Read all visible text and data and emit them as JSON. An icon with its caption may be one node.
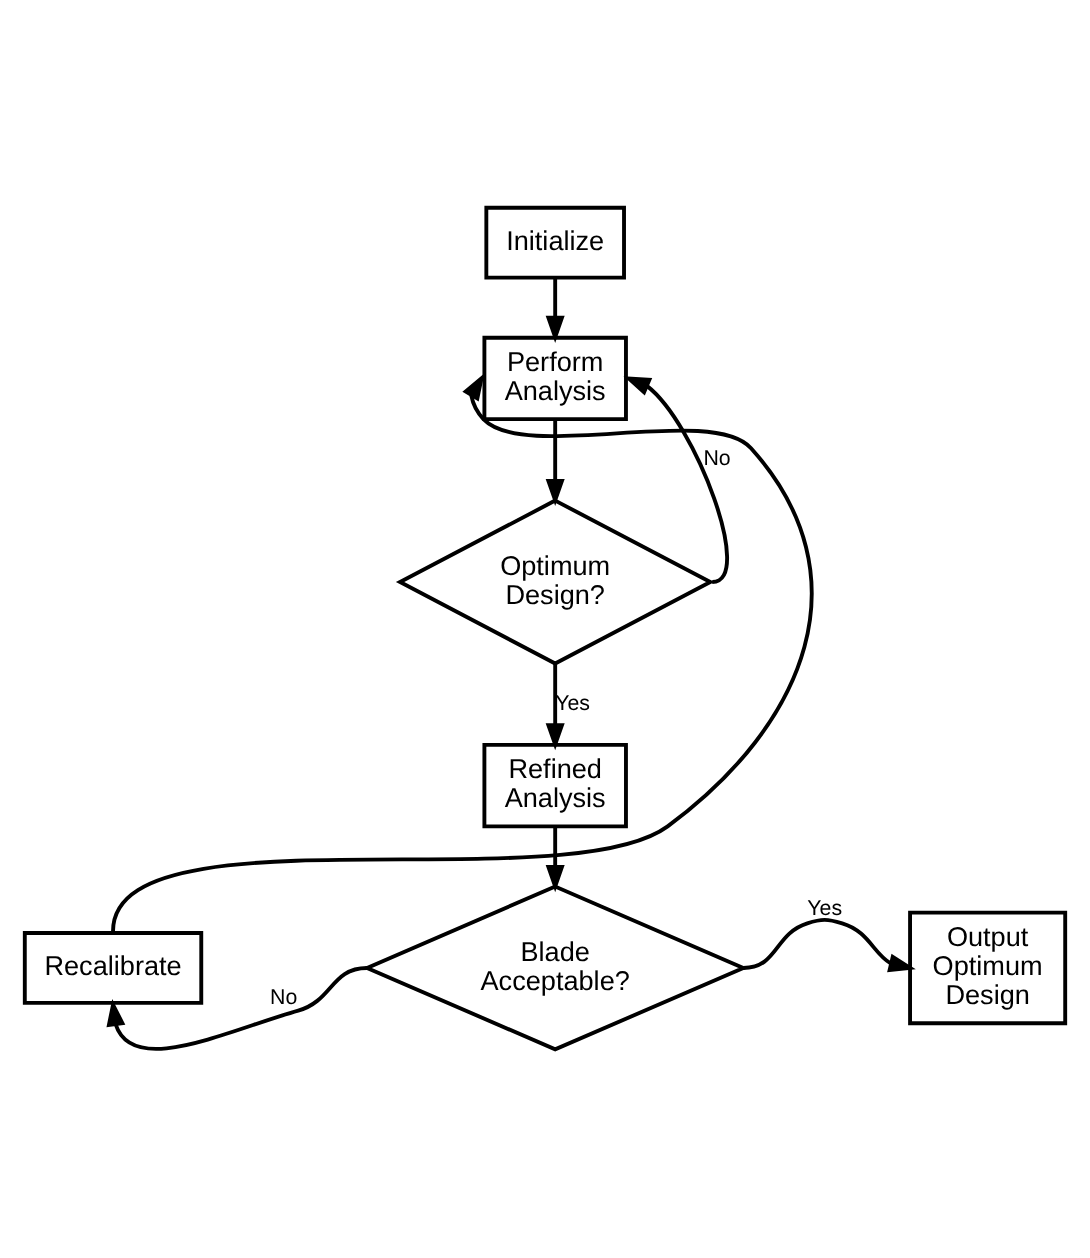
{
  "diagram": {
    "nodes": [
      {
        "text": [
          "Initialize"
        ]
      },
      {
        "text": [
          "Perform Analysis"
        ]
      },
      {
        "text": [
          "Optimum Design?"
        ]
      },
      {
        "text": [
          "Refined Analysis"
        ]
      },
      {
        "text": [
          "Recalibrate"
        ]
      },
      {
        "text": [
          "Blade Acceptable?"
        ]
      },
      {
        "text": [
          "Output Optimum Design"
        ]
      }
    ],
    "edges": [
      {
        "from": 0,
        "to": 1,
        "arrow": "to"
      },
      {
        "from": 1,
        "to": 2,
        "arrow": "to"
      },
      {
        "from": 2,
        "to": 1,
        "arrow": "to",
        "label": "No"
      },
      {
        "from": 2,
        "to": 3,
        "arrow": "to",
        "label": "Yes"
      },
      {
        "from": 3,
        "to": 5,
        "arrow": "to"
      },
      {
        "from": 5,
        "to": 4,
        "arrow": "to",
        "label": "No"
      },
      {
        "from": 4,
        "to": 1,
        "arrow": "to"
      },
      {
        "from": 5,
        "to": 6,
        "arrow": "to",
        "label": "Yes"
      }
    ]
  }
}
